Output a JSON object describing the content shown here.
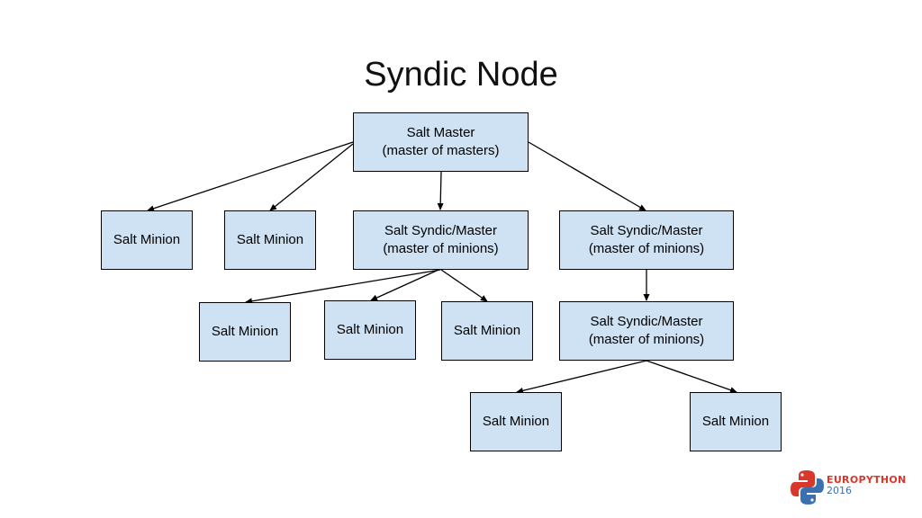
{
  "title": "Syndic Node",
  "nodes": {
    "master": {
      "line1": "Salt Master",
      "line2": "(master of masters)"
    },
    "minion_l1_a": {
      "label": "Salt Minion"
    },
    "minion_l1_b": {
      "label": "Salt Minion"
    },
    "syndic_a": {
      "line1": "Salt Syndic/Master",
      "line2": "(master of minions)"
    },
    "syndic_b": {
      "line1": "Salt Syndic/Master",
      "line2": "(master of minions)"
    },
    "minion_l2_a": {
      "label": "Salt Minion"
    },
    "minion_l2_b": {
      "label": "Salt Minion"
    },
    "minion_l2_c": {
      "label": "Salt Minion"
    },
    "syndic_c": {
      "line1": "Salt Syndic/Master",
      "line2": "(master of minions)"
    },
    "minion_l3_a": {
      "label": "Salt Minion"
    },
    "minion_l3_b": {
      "label": "Salt Minion"
    }
  },
  "logo": {
    "line1": "EUROPYTHON",
    "line2": "2016"
  },
  "colors": {
    "node_fill": "#cfe2f3",
    "node_border": "#000000",
    "edge": "#000000"
  }
}
